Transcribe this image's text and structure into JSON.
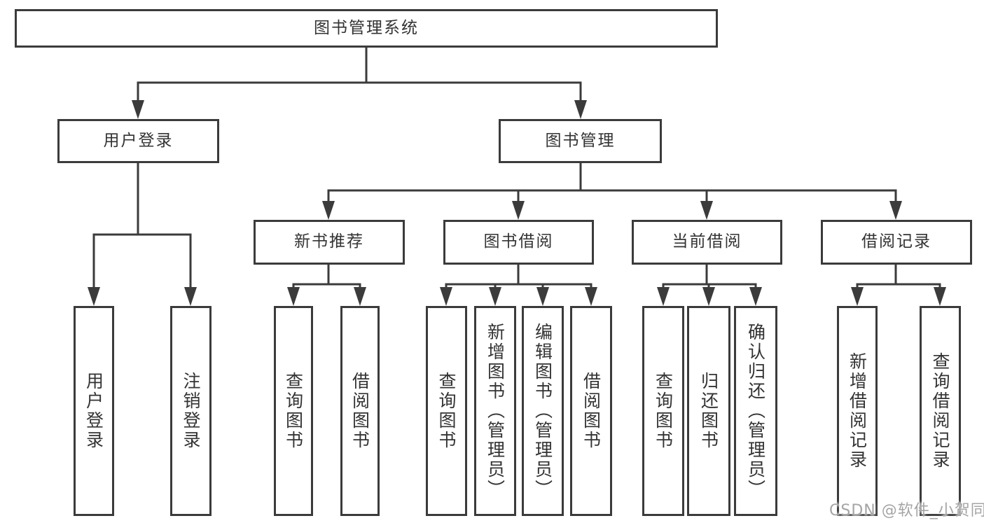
{
  "tree": {
    "root": {
      "label": "图书管理系统"
    },
    "children": [
      {
        "label": "用户登录",
        "children": [
          {
            "label": "用户登录"
          },
          {
            "label": "注销登录"
          }
        ]
      },
      {
        "label": "图书管理",
        "children": [
          {
            "label": "新书推荐",
            "children": [
              {
                "label": "查询图书"
              },
              {
                "label": "借阅图书"
              }
            ]
          },
          {
            "label": "图书借阅",
            "children": [
              {
                "label": "查询图书"
              },
              {
                "label": "新增图书（管理员）"
              },
              {
                "label": "编辑图书（管理员）"
              },
              {
                "label": "借阅图书"
              }
            ]
          },
          {
            "label": "当前借阅",
            "children": [
              {
                "label": "查询图书"
              },
              {
                "label": "归还图书"
              },
              {
                "label": "确认归还（管理员）"
              }
            ]
          },
          {
            "label": "借阅记录",
            "children": [
              {
                "label": "新增借阅记录"
              },
              {
                "label": "查询借阅记录"
              }
            ]
          }
        ]
      }
    ]
  },
  "watermark": {
    "text": "CSDN @软件_小贺同学"
  },
  "colors": {
    "line": "#3b3b3b",
    "box_border": "#3b3b3b",
    "text": "#333333",
    "background": "#ffffff",
    "watermark": "#a5a5a5"
  }
}
